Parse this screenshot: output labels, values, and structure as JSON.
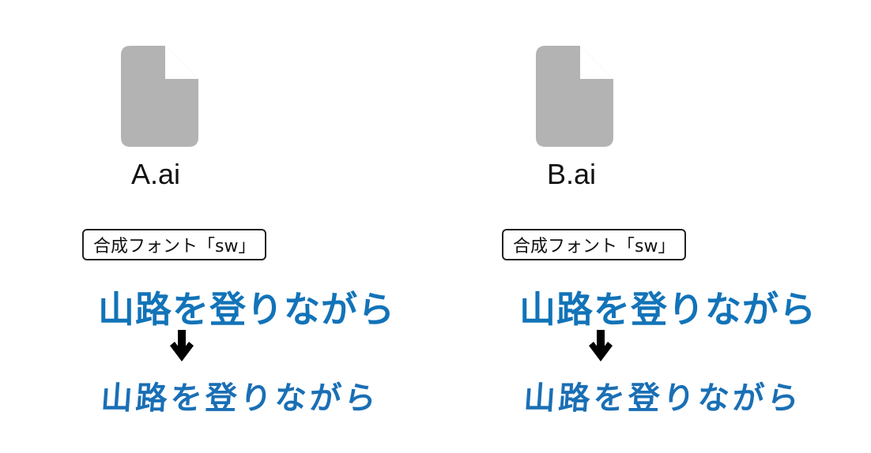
{
  "panels": [
    {
      "file_icon": "document-icon",
      "file_name": "A.ai",
      "font_badge": "合成フォント「sw」",
      "sample_text": "山路を登りながら",
      "arrow_icon": "arrow-down-icon",
      "result_text": "山路を登りながら"
    },
    {
      "file_icon": "document-icon",
      "file_name": "B.ai",
      "font_badge": "合成フォント「sw」",
      "sample_text": "山路を登りながら",
      "arrow_icon": "arrow-down-icon",
      "result_text": "山路を登りながら"
    }
  ],
  "colors": {
    "icon_gray": "#b3b3b3",
    "text_blue": "#1273b8",
    "arrow_black": "#000000"
  }
}
